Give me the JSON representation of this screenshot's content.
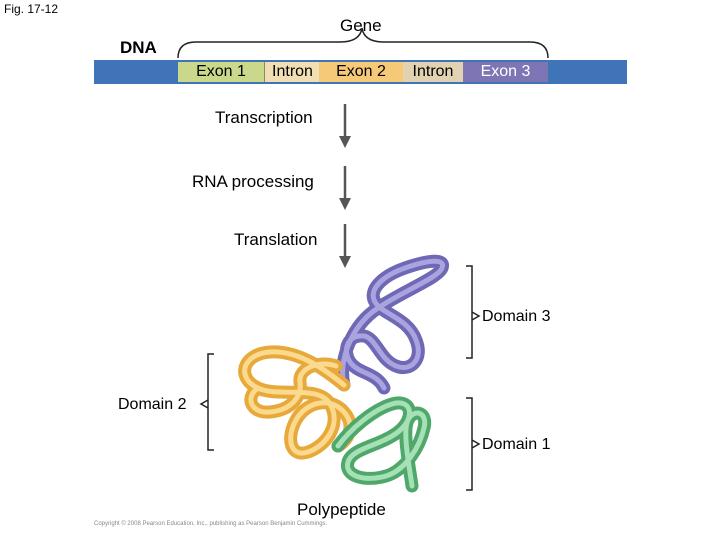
{
  "figure_label": "Fig. 17-12",
  "gene_label": "Gene",
  "dna_label": "DNA",
  "segments": [
    "Exon 1",
    "Intron",
    "Exon 2",
    "Intron",
    "Exon 3"
  ],
  "steps": [
    "Transcription",
    "RNA processing",
    "Translation"
  ],
  "domains": {
    "domain3": "Domain 3",
    "domain2": "Domain 2",
    "domain1": "Domain 1"
  },
  "polypeptide_label": "Polypeptide",
  "copyright": "Copyright © 2008 Pearson Education, Inc., publishing as Pearson Benjamin Cummings.",
  "colors": {
    "dna_bar": "#3f74b8",
    "domain3": "#8a82c8",
    "domain2": "#f7c96a",
    "domain1": "#8fd0a0"
  }
}
